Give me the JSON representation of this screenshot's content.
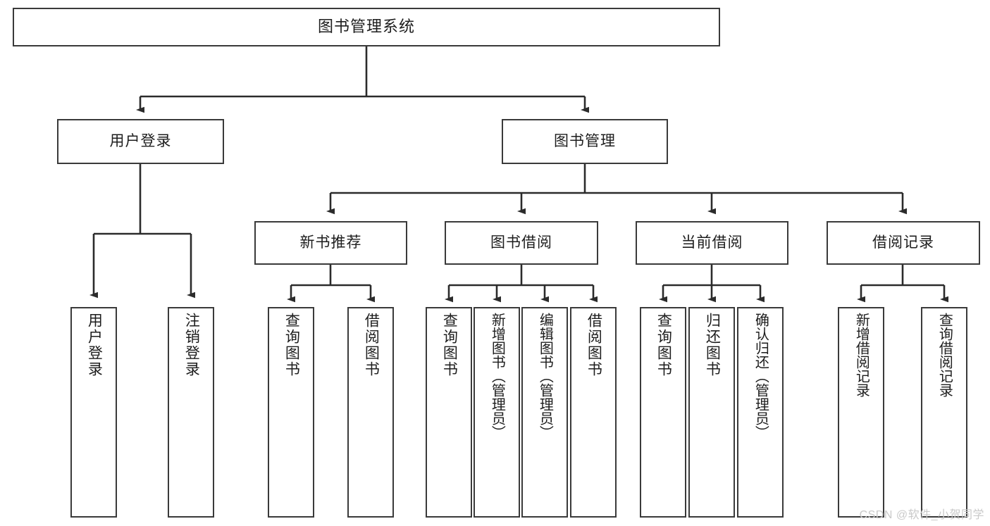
{
  "diagram": {
    "kind": "tree-hierarchy-chart",
    "title_node": {
      "label": "图书管理系统"
    },
    "level2": [
      {
        "id": "user-login",
        "label": "用户登录"
      },
      {
        "id": "book-manage",
        "label": "图书管理"
      }
    ],
    "level3": [
      {
        "id": "new-book-recommend",
        "label": "新书推荐"
      },
      {
        "id": "book-borrow",
        "label": "图书借阅"
      },
      {
        "id": "current-borrow",
        "label": "当前借阅"
      },
      {
        "id": "borrow-record",
        "label": "借阅记录"
      }
    ],
    "leaves": {
      "user_login": [
        {
          "id": "leaf-user-login",
          "label": "用户登录"
        },
        {
          "id": "leaf-logout-login",
          "label": "注销登录"
        }
      ],
      "new_book_recommend": [
        {
          "id": "leaf-query-book-1",
          "label": "查询图书"
        },
        {
          "id": "leaf-borrow-book-1",
          "label": "借阅图书"
        }
      ],
      "book_borrow": [
        {
          "id": "leaf-query-book-2",
          "label": "查询图书"
        },
        {
          "id": "leaf-add-book",
          "label": "新增图书（管理员）"
        },
        {
          "id": "leaf-edit-book",
          "label": "编辑图书（管理员）"
        },
        {
          "id": "leaf-borrow-book-2",
          "label": "借阅图书"
        }
      ],
      "current_borrow": [
        {
          "id": "leaf-query-book-3",
          "label": "查询图书"
        },
        {
          "id": "leaf-return-book",
          "label": "归还图书"
        },
        {
          "id": "leaf-confirm-return",
          "label": "确认归还（管理员）"
        }
      ],
      "borrow_record": [
        {
          "id": "leaf-add-record",
          "label": "新增借阅记录"
        },
        {
          "id": "leaf-query-record",
          "label": "查询借阅记录"
        }
      ]
    }
  },
  "watermark": {
    "text": "CSDN @软件_小贺同学"
  },
  "colors": {
    "border": "#3a3a3a",
    "text": "#1d1d1d",
    "background": "#ffffff",
    "connector": "#2b2b2b",
    "watermark": "#c9c9c9"
  }
}
